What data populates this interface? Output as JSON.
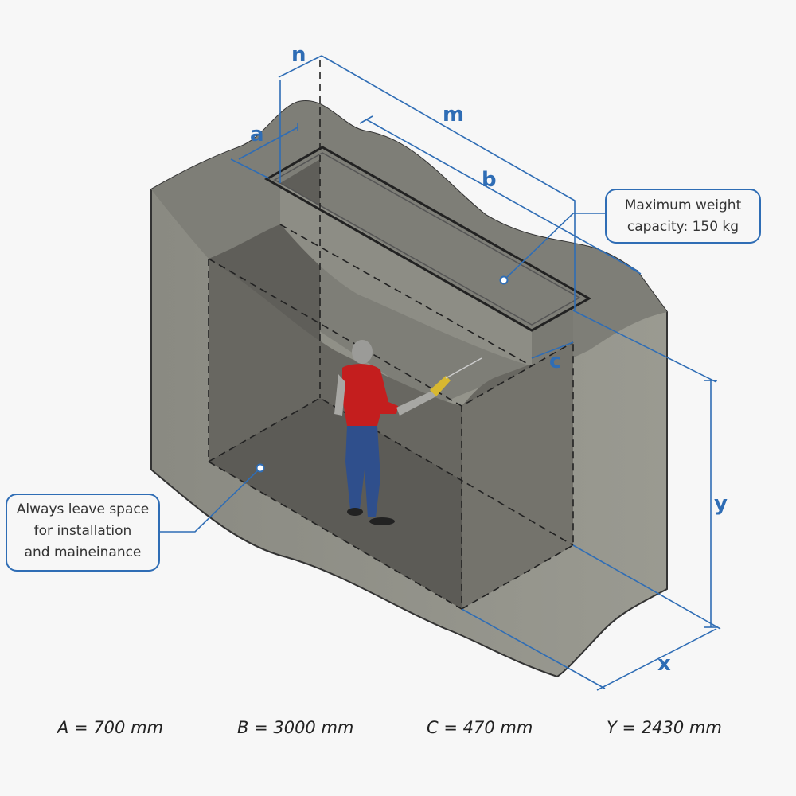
{
  "dimension_labels": {
    "n": "n",
    "m": "m",
    "a": "a",
    "b": "b",
    "c": "c",
    "y": "y",
    "x": "x"
  },
  "callouts": {
    "weight": [
      "Maximum weight",
      "capacity: 150 kg"
    ],
    "space": [
      "Always leave space",
      "for installation",
      "and maineinance"
    ]
  },
  "specs": [
    "A = 700 mm",
    "B = 3000 mm",
    "C = 470 mm",
    "Y = 2430 mm"
  ],
  "colors": {
    "accent": "#2f6db5",
    "block": "#8f8f86",
    "cavity": "#6b6a64"
  }
}
